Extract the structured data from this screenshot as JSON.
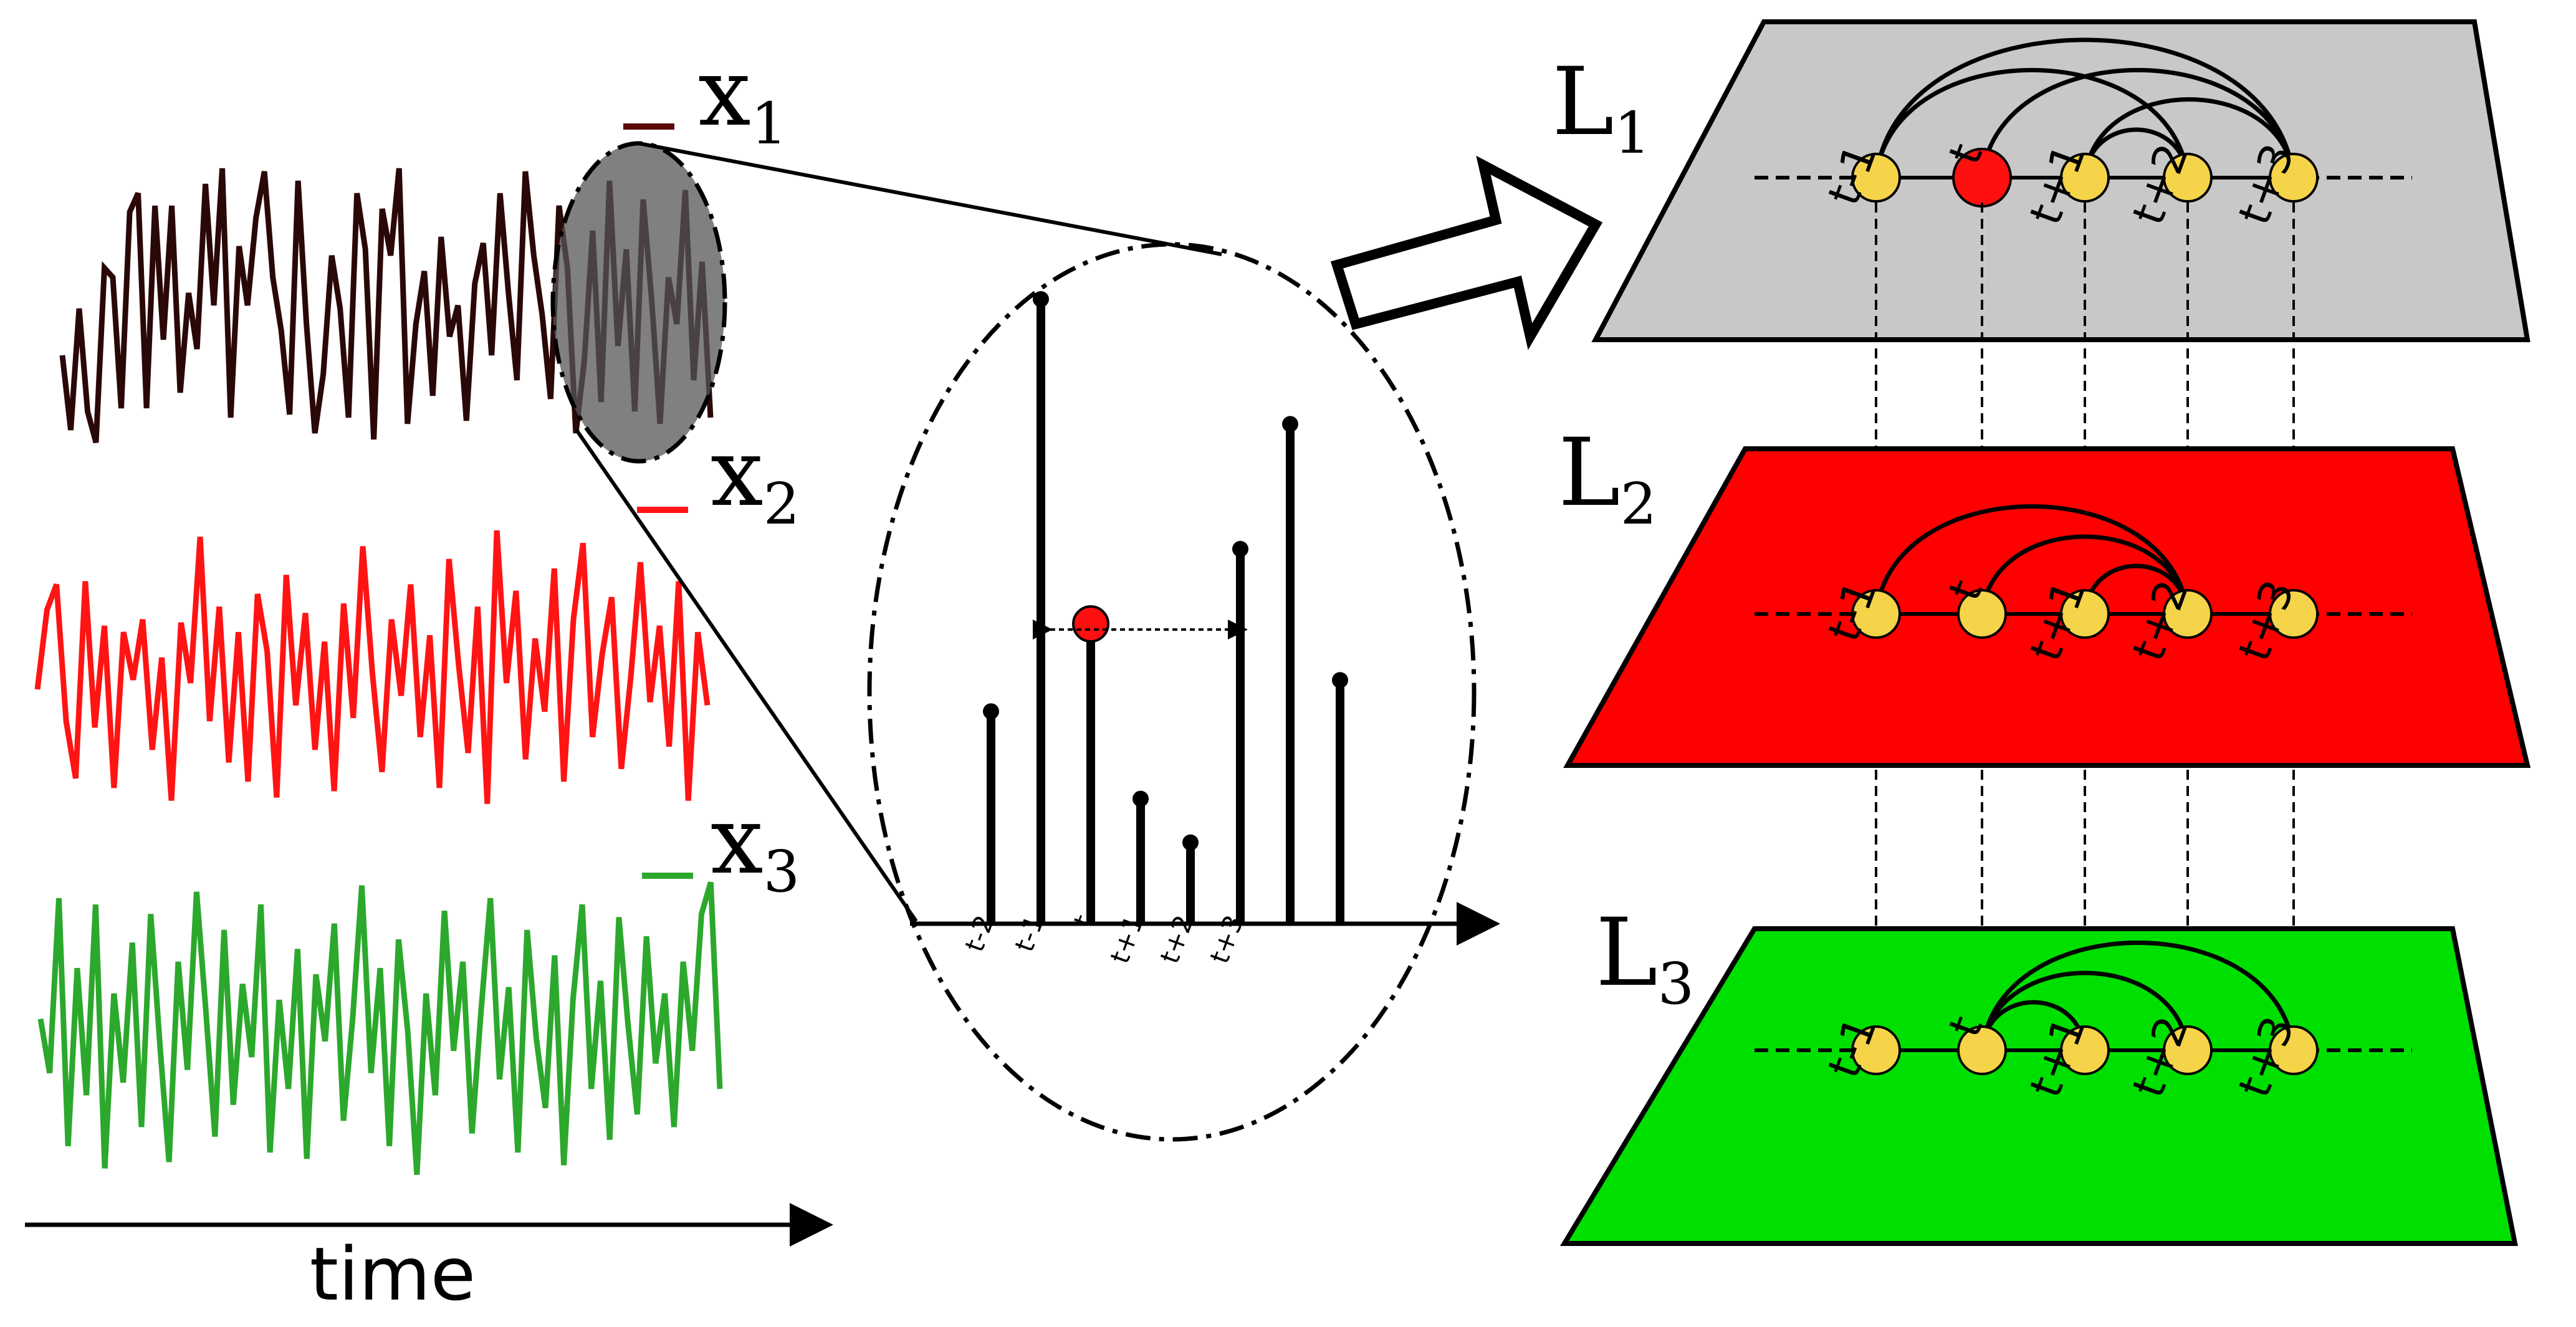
{
  "series": [
    {
      "label": "x",
      "sub": "1",
      "color": "#2b0808",
      "values": [
        0.3,
        0.06,
        0.45,
        0.12,
        0.02,
        0.58,
        0.55,
        0.13,
        0.76,
        0.82,
        0.13,
        0.78,
        0.35,
        0.78,
        0.18,
        0.5,
        0.32,
        0.85,
        0.46,
        0.9,
        0.1,
        0.65,
        0.46,
        0.74,
        0.89,
        0.55,
        0.38,
        0.11,
        0.86,
        0.4,
        0.05,
        0.24,
        0.62,
        0.45,
        0.1,
        0.82,
        0.64,
        0.03,
        0.77,
        0.62,
        0.9,
        0.08,
        0.4,
        0.57,
        0.17,
        0.68,
        0.36,
        0.46,
        0.09,
        0.53,
        0.66,
        0.3,
        0.82,
        0.5,
        0.22,
        0.89,
        0.62,
        0.43,
        0.16,
        0.78,
        0.58,
        0.05,
        0.28,
        0.7,
        0.15,
        0.86,
        0.33,
        0.64,
        0.12,
        0.8,
        0.48,
        0.08,
        0.55,
        0.4,
        0.83,
        0.22,
        0.6,
        0.1
      ]
    },
    {
      "label": "x",
      "sub": "2",
      "color": "#ff1414",
      "values": [
        0.4,
        0.65,
        0.73,
        0.3,
        0.12,
        0.74,
        0.28,
        0.6,
        0.09,
        0.58,
        0.43,
        0.62,
        0.21,
        0.5,
        0.05,
        0.61,
        0.42,
        0.88,
        0.3,
        0.66,
        0.17,
        0.58,
        0.11,
        0.7,
        0.52,
        0.06,
        0.76,
        0.35,
        0.64,
        0.21,
        0.55,
        0.08,
        0.67,
        0.31,
        0.85,
        0.45,
        0.14,
        0.62,
        0.38,
        0.73,
        0.25,
        0.57,
        0.09,
        0.81,
        0.48,
        0.2,
        0.66,
        0.04,
        0.9,
        0.42,
        0.71,
        0.18,
        0.56,
        0.33,
        0.78,
        0.11,
        0.62,
        0.86,
        0.25,
        0.51,
        0.69,
        0.15,
        0.44,
        0.8,
        0.36,
        0.6,
        0.22,
        0.74,
        0.05,
        0.58,
        0.35
      ]
    },
    {
      "label": "x",
      "sub": "3",
      "color": "#2ca82c",
      "values": [
        0.52,
        0.35,
        0.9,
        0.12,
        0.68,
        0.28,
        0.88,
        0.05,
        0.6,
        0.32,
        0.76,
        0.18,
        0.85,
        0.44,
        0.07,
        0.7,
        0.36,
        0.92,
        0.55,
        0.15,
        0.8,
        0.25,
        0.63,
        0.4,
        0.88,
        0.1,
        0.58,
        0.3,
        0.74,
        0.08,
        0.66,
        0.45,
        0.82,
        0.2,
        0.52,
        0.94,
        0.35,
        0.68,
        0.12,
        0.77,
        0.48,
        0.03,
        0.6,
        0.28,
        0.86,
        0.42,
        0.7,
        0.16,
        0.55,
        0.9,
        0.33,
        0.62,
        0.1,
        0.8,
        0.46,
        0.24,
        0.72,
        0.06,
        0.58,
        0.88,
        0.3,
        0.64,
        0.14,
        0.84,
        0.5,
        0.22,
        0.78,
        0.38,
        0.6,
        0.18,
        0.7,
        0.42,
        0.85,
        0.95,
        0.3
      ]
    }
  ],
  "axis_label": "time",
  "zoom": {
    "stems": [
      {
        "label": "t-2",
        "height": 0.34
      },
      {
        "label": "t-1",
        "height": 1.0
      },
      {
        "label": "t",
        "height": 0.48,
        "highlight": true
      },
      {
        "label": "t+1",
        "height": 0.2
      },
      {
        "label": "t+2",
        "height": 0.13
      },
      {
        "label": "t+3",
        "height": 0.6
      },
      {
        "label": "",
        "height": 0.8
      },
      {
        "label": "",
        "height": 0.39
      }
    ]
  },
  "layers": [
    {
      "label": "L",
      "sub": "1",
      "color": "#c8c8c8",
      "highlight_node": 1,
      "arcs": [
        [
          0,
          4
        ],
        [
          1,
          4
        ],
        [
          0,
          3
        ],
        [
          2,
          4
        ],
        [
          2,
          3
        ]
      ]
    },
    {
      "label": "L",
      "sub": "2",
      "color": "#ff0000",
      "highlight_node": -1,
      "arcs": [
        [
          0,
          3
        ],
        [
          1,
          3
        ],
        [
          2,
          3
        ]
      ]
    },
    {
      "label": "L",
      "sub": "3",
      "color": "#00e000",
      "highlight_node": -1,
      "arcs": [
        [
          1,
          4
        ],
        [
          1,
          3
        ],
        [
          1,
          2
        ]
      ]
    }
  ],
  "node_labels": [
    "t-1",
    "t",
    "t+1",
    "t+2",
    "t+3"
  ],
  "colors": {
    "node_fill": "#f5d44a",
    "highlight_fill": "#ff1010",
    "stroke": "#000000"
  }
}
